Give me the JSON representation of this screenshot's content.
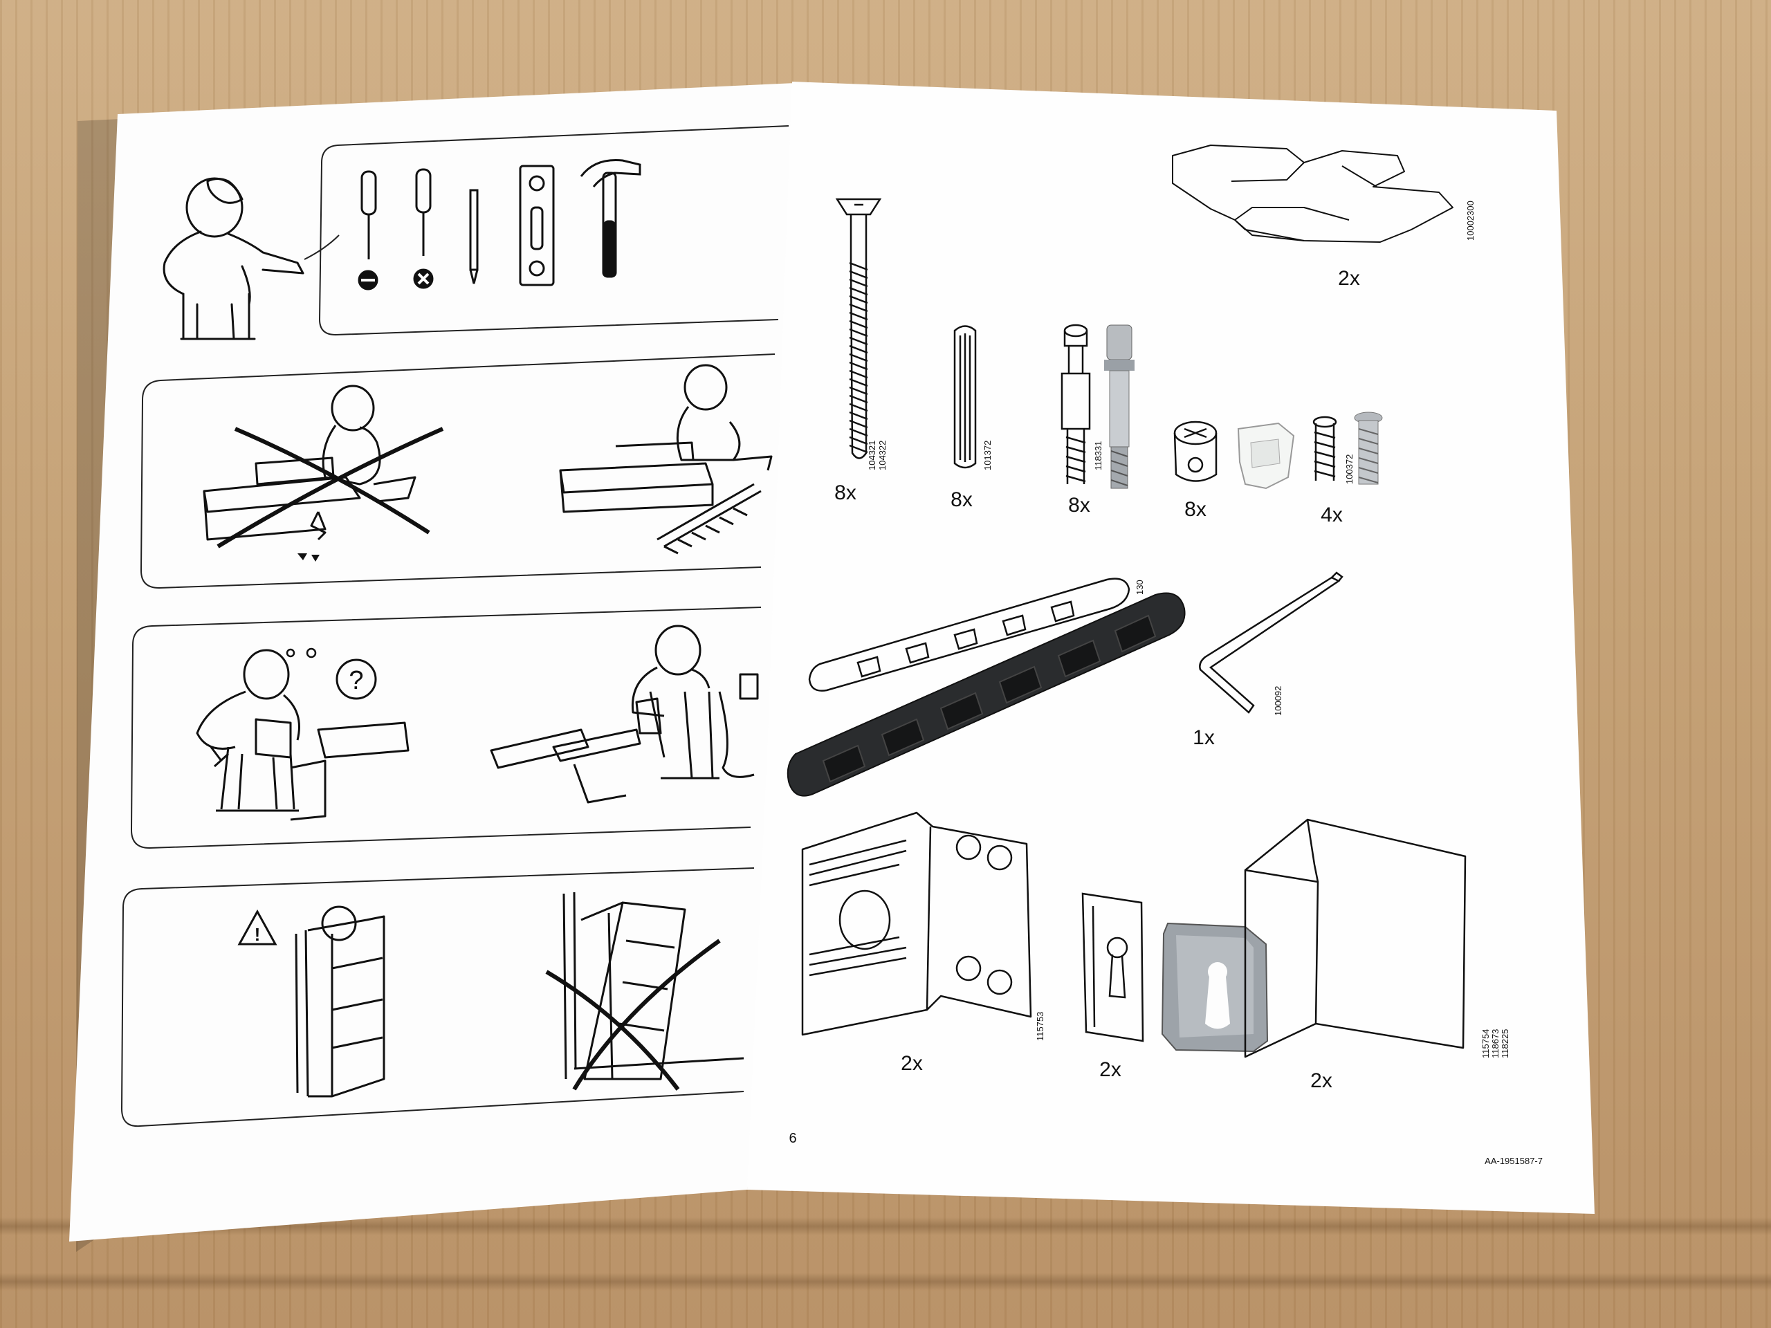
{
  "left_page": {
    "page_number": "6"
  },
  "right_page": {
    "doc_code": "AA-1951587-7",
    "parts": [
      {
        "id": "panel",
        "code": "10002300",
        "qty": "2x"
      },
      {
        "id": "screw",
        "code1": "104321",
        "code2": "104322",
        "qty": "8x"
      },
      {
        "id": "dowel",
        "code": "101372",
        "qty": "8x"
      },
      {
        "id": "cam-bolt",
        "code": "118331",
        "qty": "8x"
      },
      {
        "id": "cam-lock",
        "qty": "8x"
      },
      {
        "id": "small-screw",
        "code": "100372",
        "qty": "4x"
      },
      {
        "id": "rail",
        "code": "130"
      },
      {
        "id": "allen-key",
        "code": "100092",
        "qty": "1x"
      },
      {
        "id": "bracket",
        "code": "115753",
        "qty": "2x"
      },
      {
        "id": "keyhole-bracket",
        "qty": "2x"
      },
      {
        "id": "corner-panel",
        "code1": "115754",
        "code2": "118673",
        "code3": "118225",
        "qty": "2x"
      }
    ]
  },
  "icons": {
    "flat_screwdriver": "minus-circle-icon",
    "phillips_screwdriver": "x-circle-icon",
    "question": "question-mark-icon",
    "warning": "warning-triangle-icon"
  }
}
